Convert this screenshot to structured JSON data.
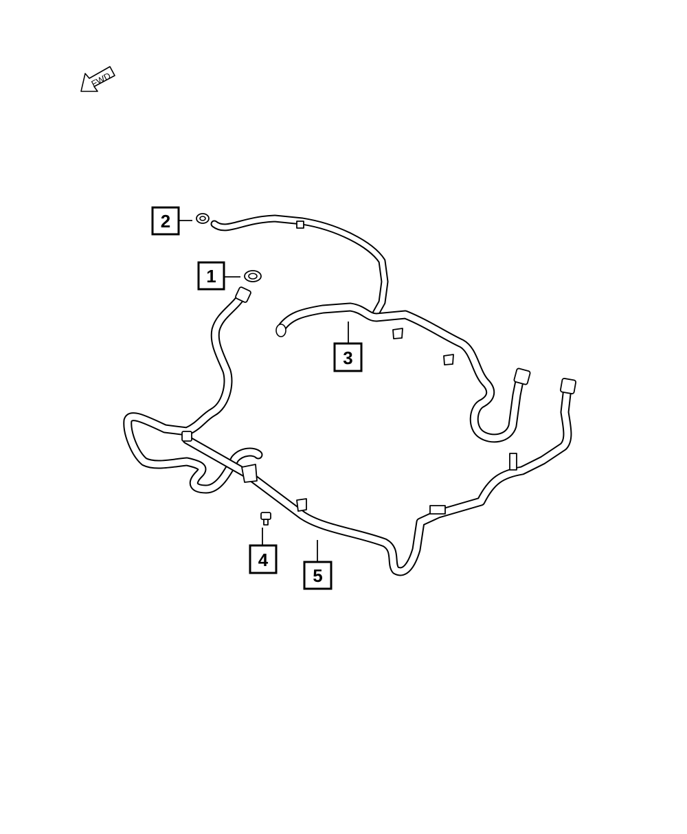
{
  "fwd_indicator": {
    "label": "FWD",
    "icon": "forward-arrow-icon"
  },
  "callouts": [
    {
      "id": "1",
      "label": "1"
    },
    {
      "id": "2",
      "label": "2"
    },
    {
      "id": "3",
      "label": "3"
    },
    {
      "id": "4",
      "label": "4"
    },
    {
      "id": "5",
      "label": "5"
    }
  ]
}
